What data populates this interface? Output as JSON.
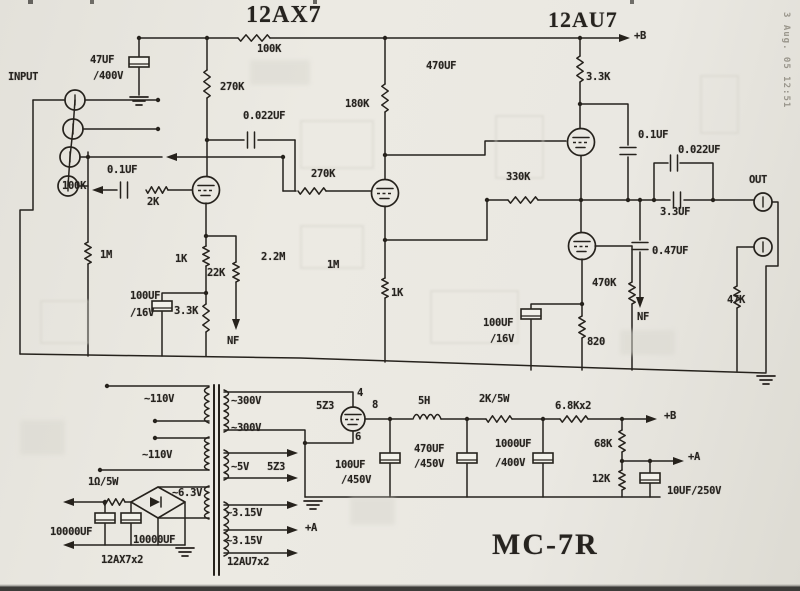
{
  "titles": {
    "stage1_tube": "12AX7",
    "stage2_tube": "12AU7",
    "model": "MC-7R",
    "input": "INPUT",
    "output": "OUT",
    "scan_note": "3 Aug. 05 12:51"
  },
  "labels": {
    "bplus_top": "+B",
    "c47uf_a": "47UF",
    "c47uf_b": "/400V",
    "r100k_rail": "100K",
    "r270k_in": "270K",
    "c022_1": "0.022UF",
    "r180k": "180K",
    "c470uf_top": "470UF",
    "r3k3_au": "3.3K",
    "c01uf_r": "0.1UF",
    "c0022_2": "0.022UF",
    "r330k": "330K",
    "r100k_pot": "100K",
    "c01uf_l": "0.1UF",
    "r2k": "2K",
    "r1m_l": "1M",
    "r1k_l": "1K",
    "r22k": "22K",
    "c100uf_l1": "100UF",
    "c100uf_l2": "/16V",
    "r3k3_l": "3.3K",
    "nf_l": "NF",
    "r270k_mid": "270K",
    "r2m2": "2.2M",
    "r1m_m": "1M",
    "r1k_m": "1K",
    "c100uf_r1": "100UF",
    "c100uf_r2": "/16V",
    "r470k": "470K",
    "r820": "820",
    "c3u3": "3.3UF",
    "c047uf": "0.47UF",
    "nf_r": "NF",
    "r47k": "47K",
    "v110_a": "~110V",
    "v110_b": "~110V",
    "v300_a": "~300V",
    "v300_b": "~300V",
    "v5": "~5V",
    "w5z3": "5Z3",
    "v63": "~6.3V",
    "v315_a": "~3.15V",
    "v315_b": "~3.15V",
    "r1ohm": "1Ω/5W",
    "c10000_a": "10000UF",
    "c10000_b": "10000UF",
    "heaters_ax": "12AX7x2",
    "heaters_au": "12AU7x2",
    "t5z3": "5Z3",
    "pin4": "4",
    "pin8": "8",
    "pin6": "6",
    "choke": "5H",
    "r2k5w": "2K/5W",
    "c100_450a": "100UF",
    "c100_450b": "/450V",
    "c470_450a": "470UF",
    "c470_450b": "/450V",
    "c1000_400a": "1000UF",
    "c1000_400b": "/400V",
    "r68kx2": "6.8Kx2",
    "bplus_ps": "+B",
    "r68k": "68K",
    "r12k": "12K",
    "aplus_ps": "+A",
    "c10uf": "10UF/250V",
    "aplus_heater": "+A"
  }
}
